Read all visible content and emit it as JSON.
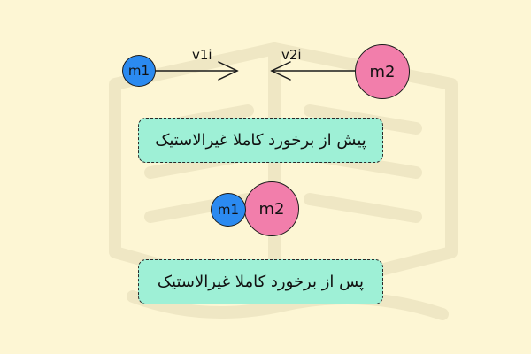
{
  "colors": {
    "background": "#FDF6D4",
    "m1_fill": "#2B8AF0",
    "m2_fill": "#F27EAB",
    "caption_fill": "#9EF0D6"
  },
  "before": {
    "m1_label": "m1",
    "m2_label": "m2",
    "v1_label": "v1i",
    "v2_label": "v2i",
    "caption": "پیش از برخورد کاملا غیرالاستیک"
  },
  "after": {
    "m1_label": "m1",
    "m2_label": "m2",
    "caption": "پس از برخورد کاملا غیرالاستیک"
  }
}
